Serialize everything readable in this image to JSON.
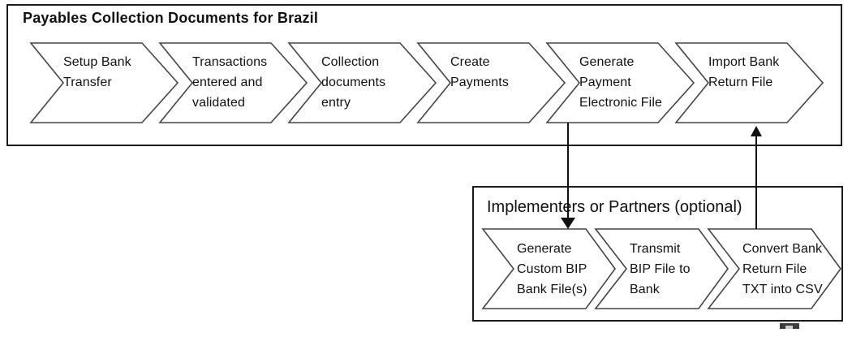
{
  "top_group": {
    "title": "Payables Collection Documents for Brazil",
    "steps": [
      {
        "label": "Setup Bank\nTransfer"
      },
      {
        "label": "Transactions\nentered and\nvalidated"
      },
      {
        "label": "Collection\ndocuments\nentry"
      },
      {
        "label": "Create\nPayments"
      },
      {
        "label": "Generate\nPayment\nElectronic File"
      },
      {
        "label": "Import Bank\nReturn File"
      }
    ]
  },
  "bottom_group": {
    "title": "Implementers or Partners (optional)",
    "steps": [
      {
        "label": "Generate\nCustom BIP\nBank File(s)"
      },
      {
        "label": "Transmit\nBIP File to\nBank"
      },
      {
        "label": "Convert Bank\nReturn File\nTXT into CSV"
      }
    ]
  },
  "connectors": {
    "down": {
      "direction": "down",
      "from": "Generate Payment Electronic File",
      "to": "Generate Custom BIP Bank File(s)"
    },
    "up": {
      "direction": "up",
      "from": "Convert Bank Return File TXT into CSV",
      "to": "Import Bank Return File"
    }
  },
  "colors": {
    "shape_outline": "#454545",
    "container_border": "#1a1a1a",
    "arrow": "#111111",
    "text": "#111111",
    "background": "#ffffff"
  }
}
